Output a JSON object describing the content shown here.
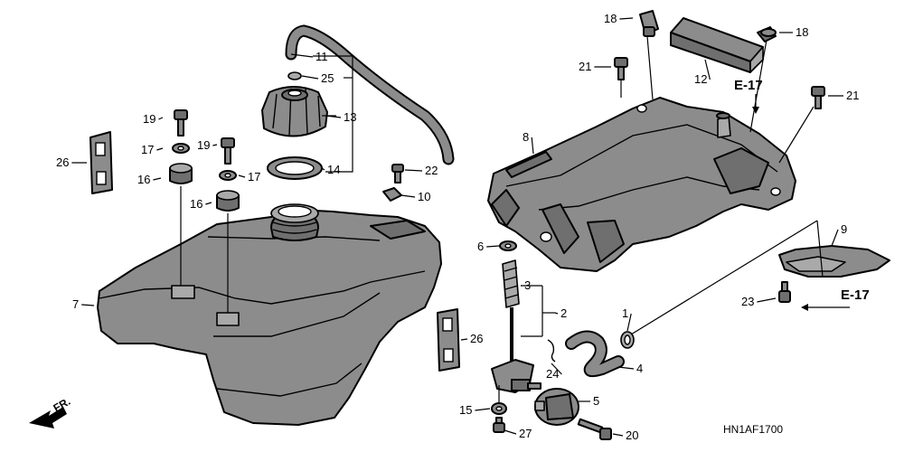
{
  "diagram": {
    "code": "HN1AF1700",
    "front_marker": "FR.",
    "ref_labels": [
      "E-17",
      "E-17"
    ],
    "callouts": [
      {
        "id": "c-11",
        "text": "11"
      },
      {
        "id": "c-25",
        "text": "25"
      },
      {
        "id": "c-13",
        "text": "13"
      },
      {
        "id": "c-14",
        "text": "14"
      },
      {
        "id": "c-19a",
        "text": "19"
      },
      {
        "id": "c-19b",
        "text": "19"
      },
      {
        "id": "c-17a",
        "text": "17"
      },
      {
        "id": "c-17b",
        "text": "17"
      },
      {
        "id": "c-16a",
        "text": "16"
      },
      {
        "id": "c-16b",
        "text": "16"
      },
      {
        "id": "c-26a",
        "text": "26"
      },
      {
        "id": "c-26b",
        "text": "26"
      },
      {
        "id": "c-22",
        "text": "22"
      },
      {
        "id": "c-10",
        "text": "10"
      },
      {
        "id": "c-7",
        "text": "7"
      },
      {
        "id": "c-18a",
        "text": "18"
      },
      {
        "id": "c-18b",
        "text": "18"
      },
      {
        "id": "c-21a",
        "text": "21"
      },
      {
        "id": "c-21b",
        "text": "21"
      },
      {
        "id": "c-12",
        "text": "12"
      },
      {
        "id": "c-8",
        "text": "8"
      },
      {
        "id": "c-6",
        "text": "6"
      },
      {
        "id": "c-3",
        "text": "3"
      },
      {
        "id": "c-2",
        "text": "2"
      },
      {
        "id": "c-1",
        "text": "1"
      },
      {
        "id": "c-4",
        "text": "4"
      },
      {
        "id": "c-24",
        "text": "24"
      },
      {
        "id": "c-5",
        "text": "5"
      },
      {
        "id": "c-15",
        "text": "15"
      },
      {
        "id": "c-27",
        "text": "27"
      },
      {
        "id": "c-20",
        "text": "20"
      },
      {
        "id": "c-9",
        "text": "9"
      },
      {
        "id": "c-23",
        "text": "23"
      }
    ]
  }
}
